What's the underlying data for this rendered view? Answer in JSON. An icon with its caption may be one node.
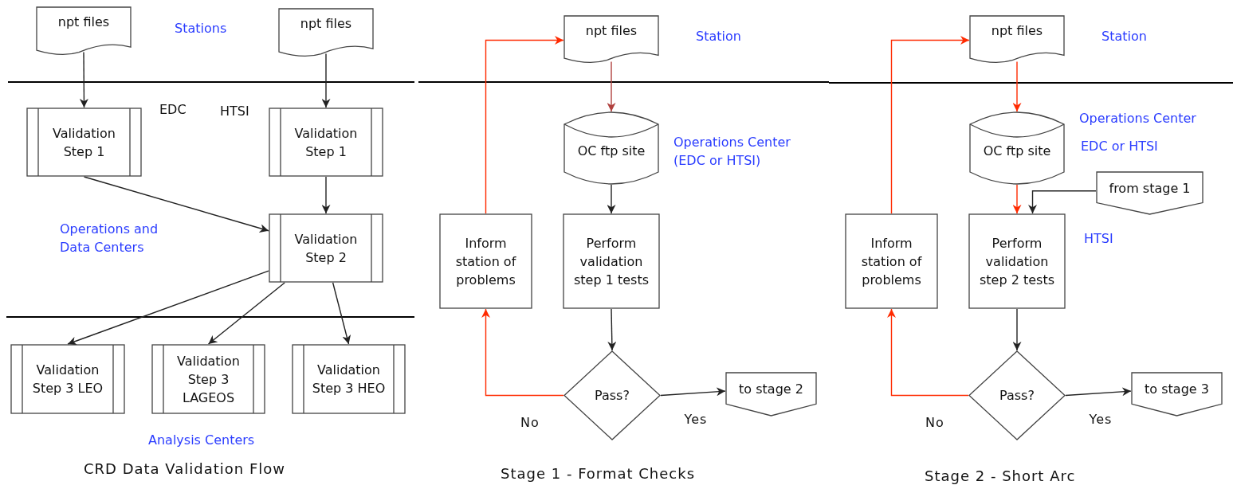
{
  "diagram": {
    "nodes": [
      {
        "text": [
          "npt files"
        ]
      },
      {
        "text": [
          "npt files"
        ]
      },
      {
        "text": [
          "Validation Step 1"
        ]
      },
      {
        "text": [
          "Validation Step 1"
        ]
      },
      {
        "text": [
          "Validation Step 2"
        ]
      },
      {
        "text": [
          "Validation Step 3 LEO"
        ]
      },
      {
        "text": [
          "Validation Step 3 LAGEOS"
        ]
      },
      {
        "text": [
          "Validation Step 3 HEO"
        ]
      },
      {
        "text": [
          "npt files"
        ]
      },
      {
        "text": [
          "OC ftp site"
        ]
      },
      {
        "text": [
          "Inform station of problems"
        ]
      },
      {
        "text": [
          "Perform validation step 1 tests"
        ]
      },
      {
        "text": [
          "Pass?"
        ]
      },
      {
        "text": [
          "to stage 2"
        ]
      },
      {
        "text": [
          "npt files"
        ]
      },
      {
        "text": [
          "OC ftp site"
        ]
      },
      {
        "text": [
          "from stage 1"
        ]
      },
      {
        "text": [
          "Inform station of problems"
        ]
      },
      {
        "text": [
          "Perform validation step 2 tests"
        ]
      },
      {
        "text": [
          "Pass?"
        ]
      },
      {
        "text": [
          "to stage 3"
        ]
      }
    ],
    "edges": [
      {
        "from": 0,
        "to": 2,
        "arrow": "to"
      },
      {
        "from": 1,
        "to": 3,
        "arrow": "to"
      },
      {
        "from": 3,
        "to": 4,
        "arrow": "to"
      },
      {
        "from": 2,
        "to": 4,
        "arrow": "to"
      },
      {
        "from": 4,
        "to": 5,
        "arrow": "to"
      },
      {
        "from": 4,
        "to": 6,
        "arrow": "to"
      },
      {
        "from": 4,
        "to": 7,
        "arrow": "to"
      },
      {
        "from": 8,
        "to": 9,
        "arrow": "to",
        "color": "#b0413e"
      },
      {
        "from": 9,
        "to": 11,
        "arrow": "to"
      },
      {
        "from": 11,
        "to": 12,
        "arrow": "to"
      },
      {
        "from": 12,
        "to": 13,
        "arrow": "to",
        "label": "Yes"
      },
      {
        "from": 12,
        "to": 10,
        "arrow": "to",
        "label": "No",
        "color": "#ff2a00"
      },
      {
        "from": 10,
        "to": 8,
        "arrow": "to",
        "color": "#ff2a00"
      },
      {
        "from": 14,
        "to": 15,
        "arrow": "to",
        "color": "#ff2a00"
      },
      {
        "from": 15,
        "to": 18,
        "arrow": "to",
        "color": "#ff2a00"
      },
      {
        "from": 16,
        "to": 18,
        "arrow": "to"
      },
      {
        "from": 18,
        "to": 19,
        "arrow": "to"
      },
      {
        "from": 19,
        "to": 20,
        "arrow": "to",
        "label": "Yes"
      },
      {
        "from": 19,
        "to": 17,
        "arrow": "to",
        "label": "No",
        "color": "#ff2a00"
      },
      {
        "from": 17,
        "to": 14,
        "arrow": "to",
        "color": "#ff2a00"
      }
    ],
    "labels": [
      "Stations",
      "EDC",
      "HTSI",
      "Operations and Data Centers",
      "Analysis Centers",
      "CRD Data Validation Flow",
      "Station",
      "Operations Center (EDC or HTSI)",
      "Stage 1 - Format Checks",
      "Station",
      "Operations Center",
      "EDC or HTSI",
      "HTSI",
      "Stage 2 - Short Arc"
    ]
  }
}
